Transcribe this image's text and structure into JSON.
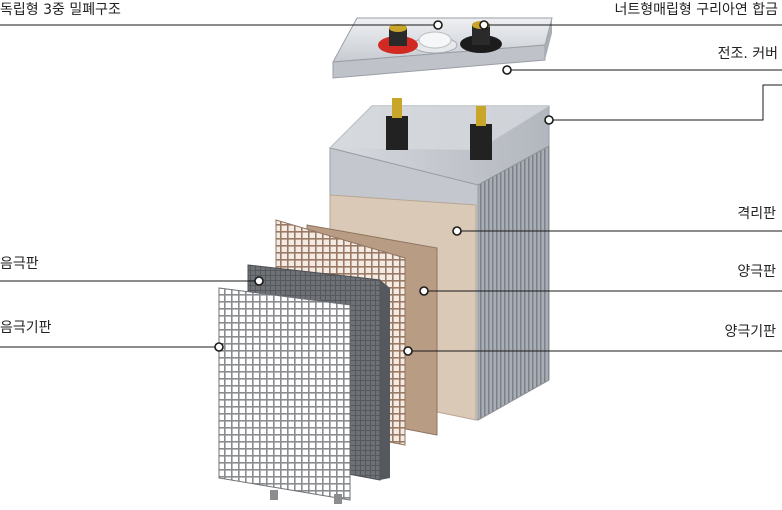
{
  "labels": {
    "sealing": "독립형 3중 밀폐구조",
    "terminal": "너트형매립형 구리아연 합금",
    "cover": "전조. 커버",
    "separator": "격리판",
    "negative_plate": "음극판",
    "negative_grid": "음극기판",
    "positive_plate": "양극판",
    "positive_grid": "양극기판"
  },
  "colors": {
    "leader": "#1a1a1a",
    "case": "#b8bcc2",
    "separator": "#d9c9b6",
    "positive_plate": "#b89c84",
    "negative_plate": "#6f7276",
    "grid": "#8a8c90",
    "terminal_red": "#d02a22"
  }
}
